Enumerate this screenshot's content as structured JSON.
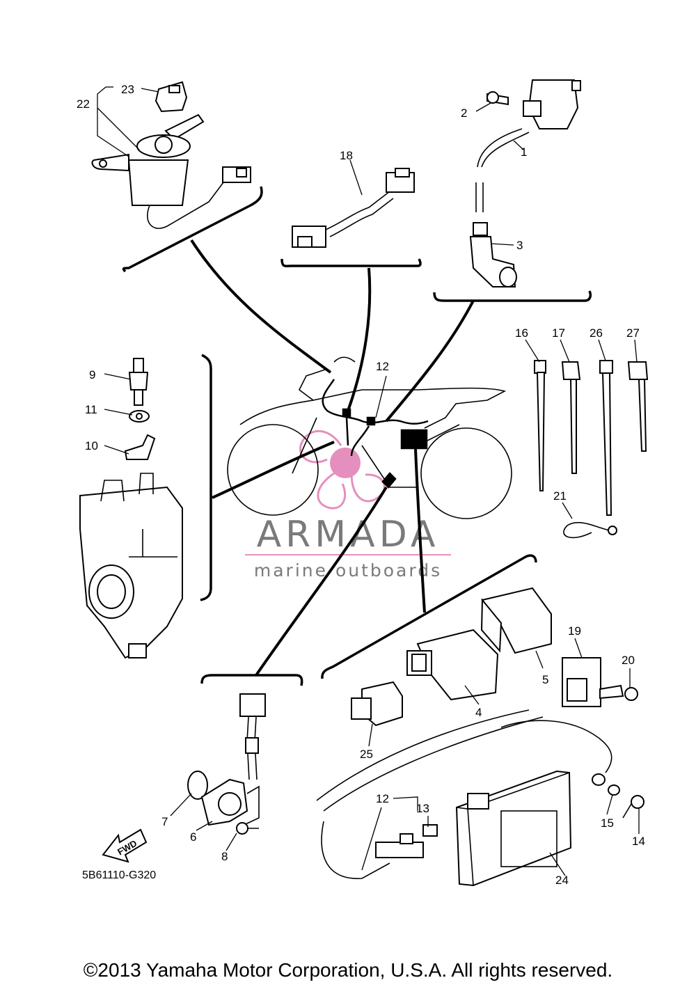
{
  "diagram": {
    "drawing_code": "5B61110-G320",
    "fwd_label": "FWD",
    "copyright": "©2013 Yamaha Motor Corporation, U.S.A. All rights reserved."
  },
  "watermark": {
    "brand": "ARMADA",
    "tagline": "marine outboards",
    "accent_color": "#e58fbe",
    "text_color": "#7a7a7a"
  },
  "callouts": [
    "1",
    "2",
    "3",
    "4",
    "5",
    "6",
    "7",
    "8",
    "9",
    "10",
    "11",
    "12",
    "12",
    "13",
    "14",
    "15",
    "16",
    "17",
    "18",
    "19",
    "20",
    "21",
    "22",
    "23",
    "24",
    "25",
    "26",
    "27"
  ]
}
